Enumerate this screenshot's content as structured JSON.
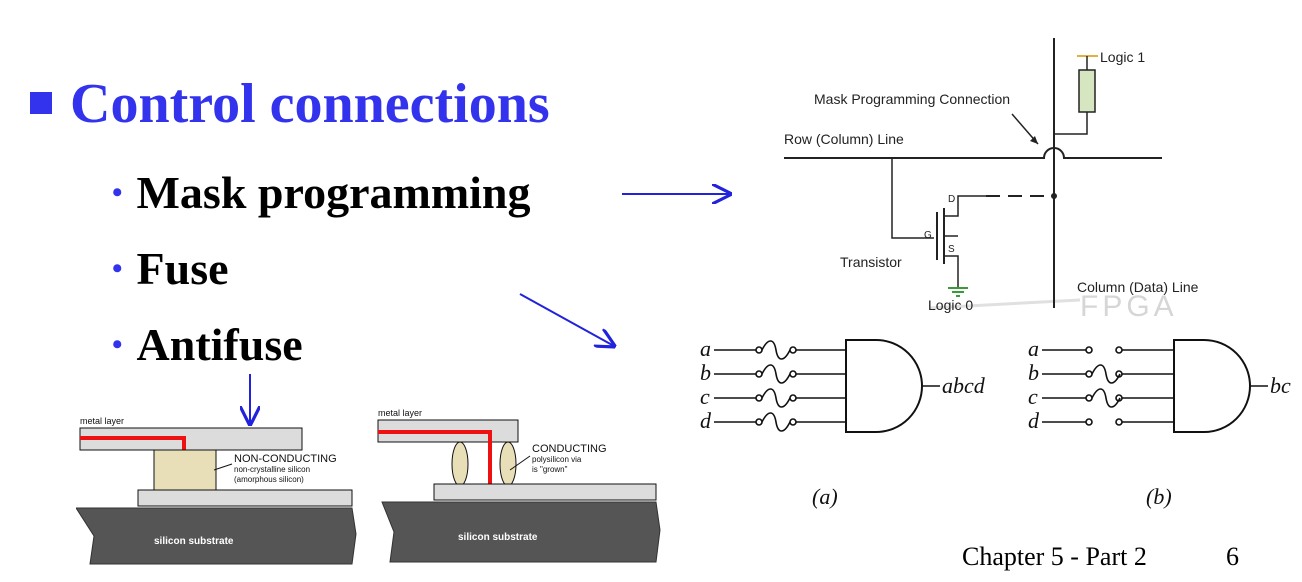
{
  "slide": {
    "title": "Control connections",
    "bullets": [
      "Mask programming",
      "Fuse",
      "Antifuse"
    ],
    "footer": {
      "chapter": "Chapter 5 - Part 2",
      "page": "6"
    }
  },
  "mask_diagram": {
    "logic1": "Logic 1",
    "mask_conn": "Mask Programming Connection",
    "row_line": "Row (Column) Line",
    "transistor": "Transistor",
    "column_line": "Column (Data) Line",
    "logic0": "Logic 0",
    "pin_d": "D",
    "pin_g": "G",
    "pin_s": "S",
    "watermark": "FPGA"
  },
  "fuse_diagram": {
    "inputs": [
      "a",
      "b",
      "c",
      "d"
    ],
    "output_a": "abcd",
    "output_b": "bc",
    "caption_a": "(a)",
    "caption_b": "(b)"
  },
  "antifuse_diagram": {
    "metal_layer": "metal layer",
    "non_conducting": "NON-CONDUCTING",
    "nc_desc1": "non-crystalline silicon",
    "nc_desc2": "(amorphous silicon)",
    "conducting": "CONDUCTING",
    "c_desc1": "polysilicon via",
    "c_desc2": "is \"grown\"",
    "substrate": "silicon substrate"
  },
  "colors": {
    "title": "#3333ee",
    "arrow": "#2222dd",
    "conductor": "#ee1111",
    "amorphous": "#e8dfb8",
    "substrate": "#555555",
    "resistor": "#d6e6c0"
  }
}
